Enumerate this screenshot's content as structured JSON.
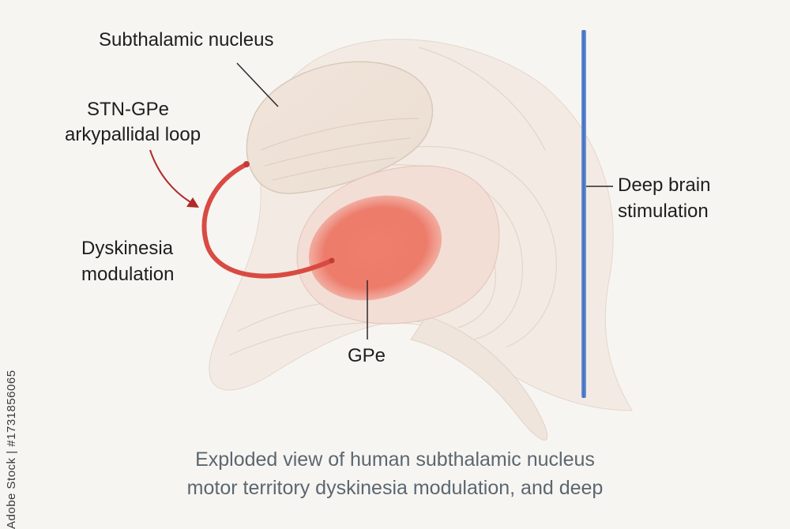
{
  "labels": {
    "subthalamic": "Subthalamic nucleus",
    "loop_line1": "STN-GPe",
    "loop_line2": "arkypallidal loop",
    "dysk_line1": "Dyskinesia",
    "dysk_line2": "modulation",
    "gpe": "GPe",
    "dbs_line1": "Deep brain",
    "dbs_line2": "stimulation"
  },
  "caption": {
    "line1": "Exploded view of human subthalamic nucleus",
    "line2": "motor territory  dyskinesia modulation, and deep"
  },
  "watermark": {
    "side_text": "Adobe Stock | #1731856065"
  },
  "colors": {
    "background": "#f7f5f2",
    "tissue": "#efe3d8",
    "gpe_core": "#ef6f5e",
    "loop_fiber": "#d94a42",
    "arrow": "#b02a2a",
    "electrode": "#4a78c8"
  }
}
